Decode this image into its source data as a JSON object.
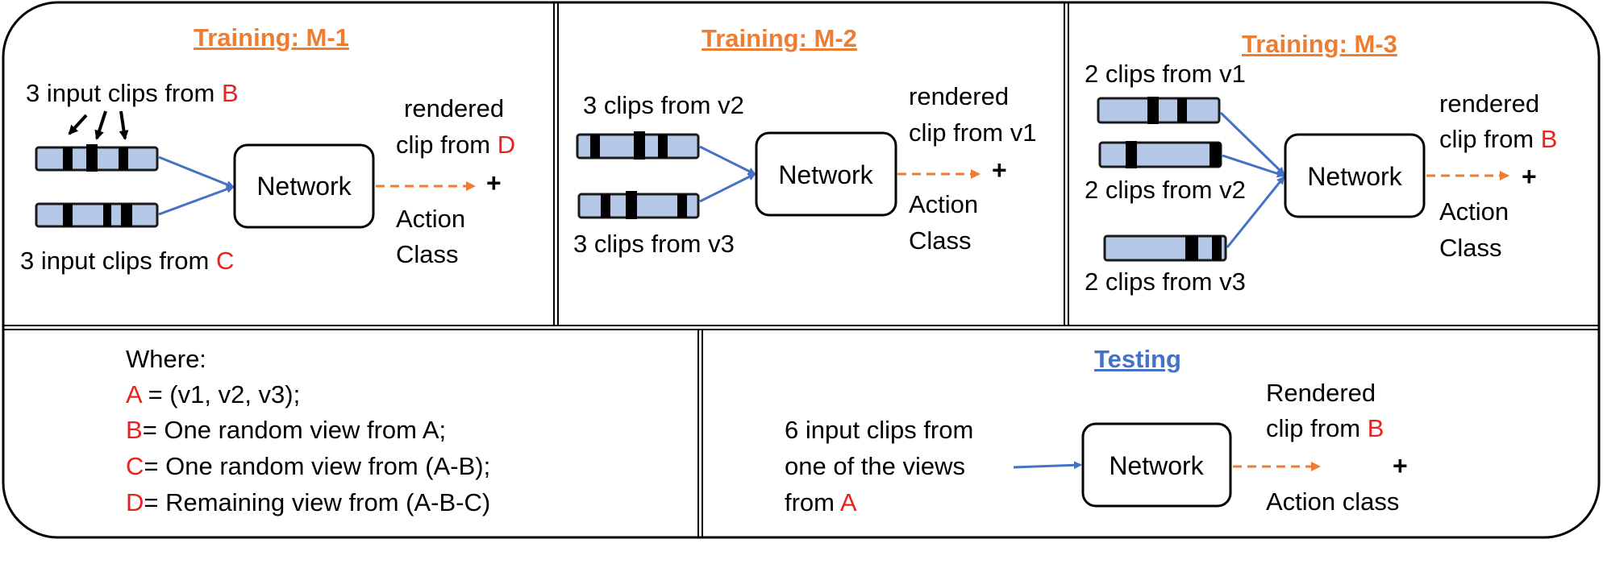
{
  "colors": {
    "title_orange": "#ed7d31",
    "title_blue": "#4472c4",
    "highlight_red": "#e8221c",
    "clip_fill": "#b4c7e7",
    "arrow_blue": "#4472c4",
    "arrow_orange": "#ed7d31"
  },
  "m1": {
    "title": "Training: M-1",
    "top_label_prefix": "3 input clips from ",
    "top_label_var": "B",
    "bottom_label_prefix": "3 input clips from ",
    "bottom_label_var": "C",
    "network": "Network",
    "out_line1": "rendered",
    "out_line2_prefix": "clip from ",
    "out_line2_var": "D",
    "plus": "+",
    "action_line1": "Action",
    "action_line2": "Class"
  },
  "m2": {
    "title": "Training: M-2",
    "top_label": "3 clips from v2",
    "bottom_label": "3 clips from v3",
    "network": "Network",
    "out_line1": "rendered",
    "out_line2": "clip from v1",
    "plus": "+",
    "action_line1": "Action",
    "action_line2": "Class"
  },
  "m3": {
    "title": "Training: M-3",
    "label1": "2 clips from v1",
    "label2": "2 clips from v2",
    "label3": "2 clips from v3",
    "network": "Network",
    "out_line1": "rendered",
    "out_line2_prefix": "clip from ",
    "out_line2_var": "B",
    "plus": "+",
    "action_line1": "Action",
    "action_line2": "Class"
  },
  "where": {
    "heading": "Where:",
    "lines": [
      {
        "var": "A",
        "text": " = (v1, v2, v3);"
      },
      {
        "var": "B",
        "text": "= One random view from A;"
      },
      {
        "var": "C",
        "text": "= One random view from (A-B);"
      },
      {
        "var": "D",
        "text": "= Remaining view from (A-B-C)"
      }
    ]
  },
  "testing": {
    "title": "Testing",
    "in_line1": "6 input clips from",
    "in_line2": "one of the views",
    "in_line3_prefix": "from ",
    "in_line3_var": "A",
    "network": "Network",
    "out_line1": "Rendered",
    "out_line2_prefix": "clip from ",
    "out_line2_var": "B",
    "plus": "+",
    "action": "Action class"
  }
}
